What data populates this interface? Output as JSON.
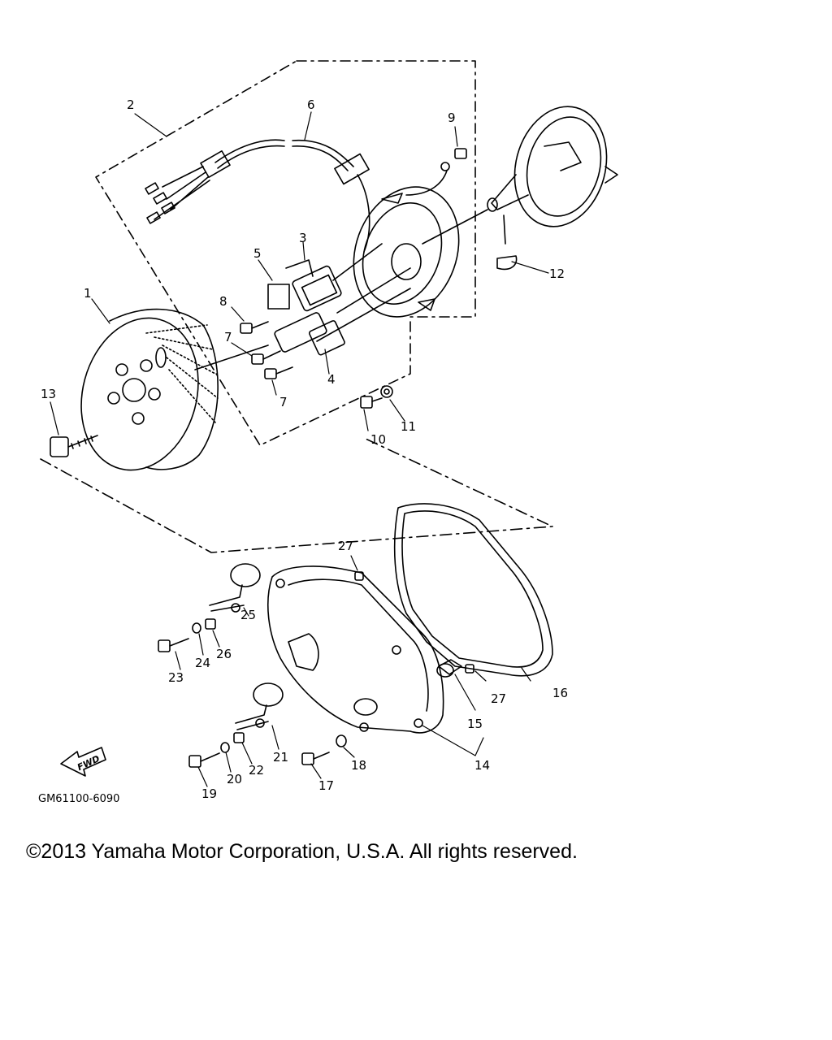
{
  "diagram": {
    "part_numbers": [
      "1",
      "2",
      "3",
      "4",
      "5",
      "6",
      "7",
      "7",
      "8",
      "9",
      "10",
      "11",
      "12",
      "13",
      "14",
      "15",
      "16",
      "17",
      "18",
      "19",
      "20",
      "21",
      "22",
      "23",
      "24",
      "25",
      "26",
      "27",
      "27"
    ],
    "drawing_code": "GM61100-6090",
    "direction_badge": "FWD"
  },
  "copyright": "©2013 Yamaha Motor Corporation, U.S.A. All rights reserved."
}
